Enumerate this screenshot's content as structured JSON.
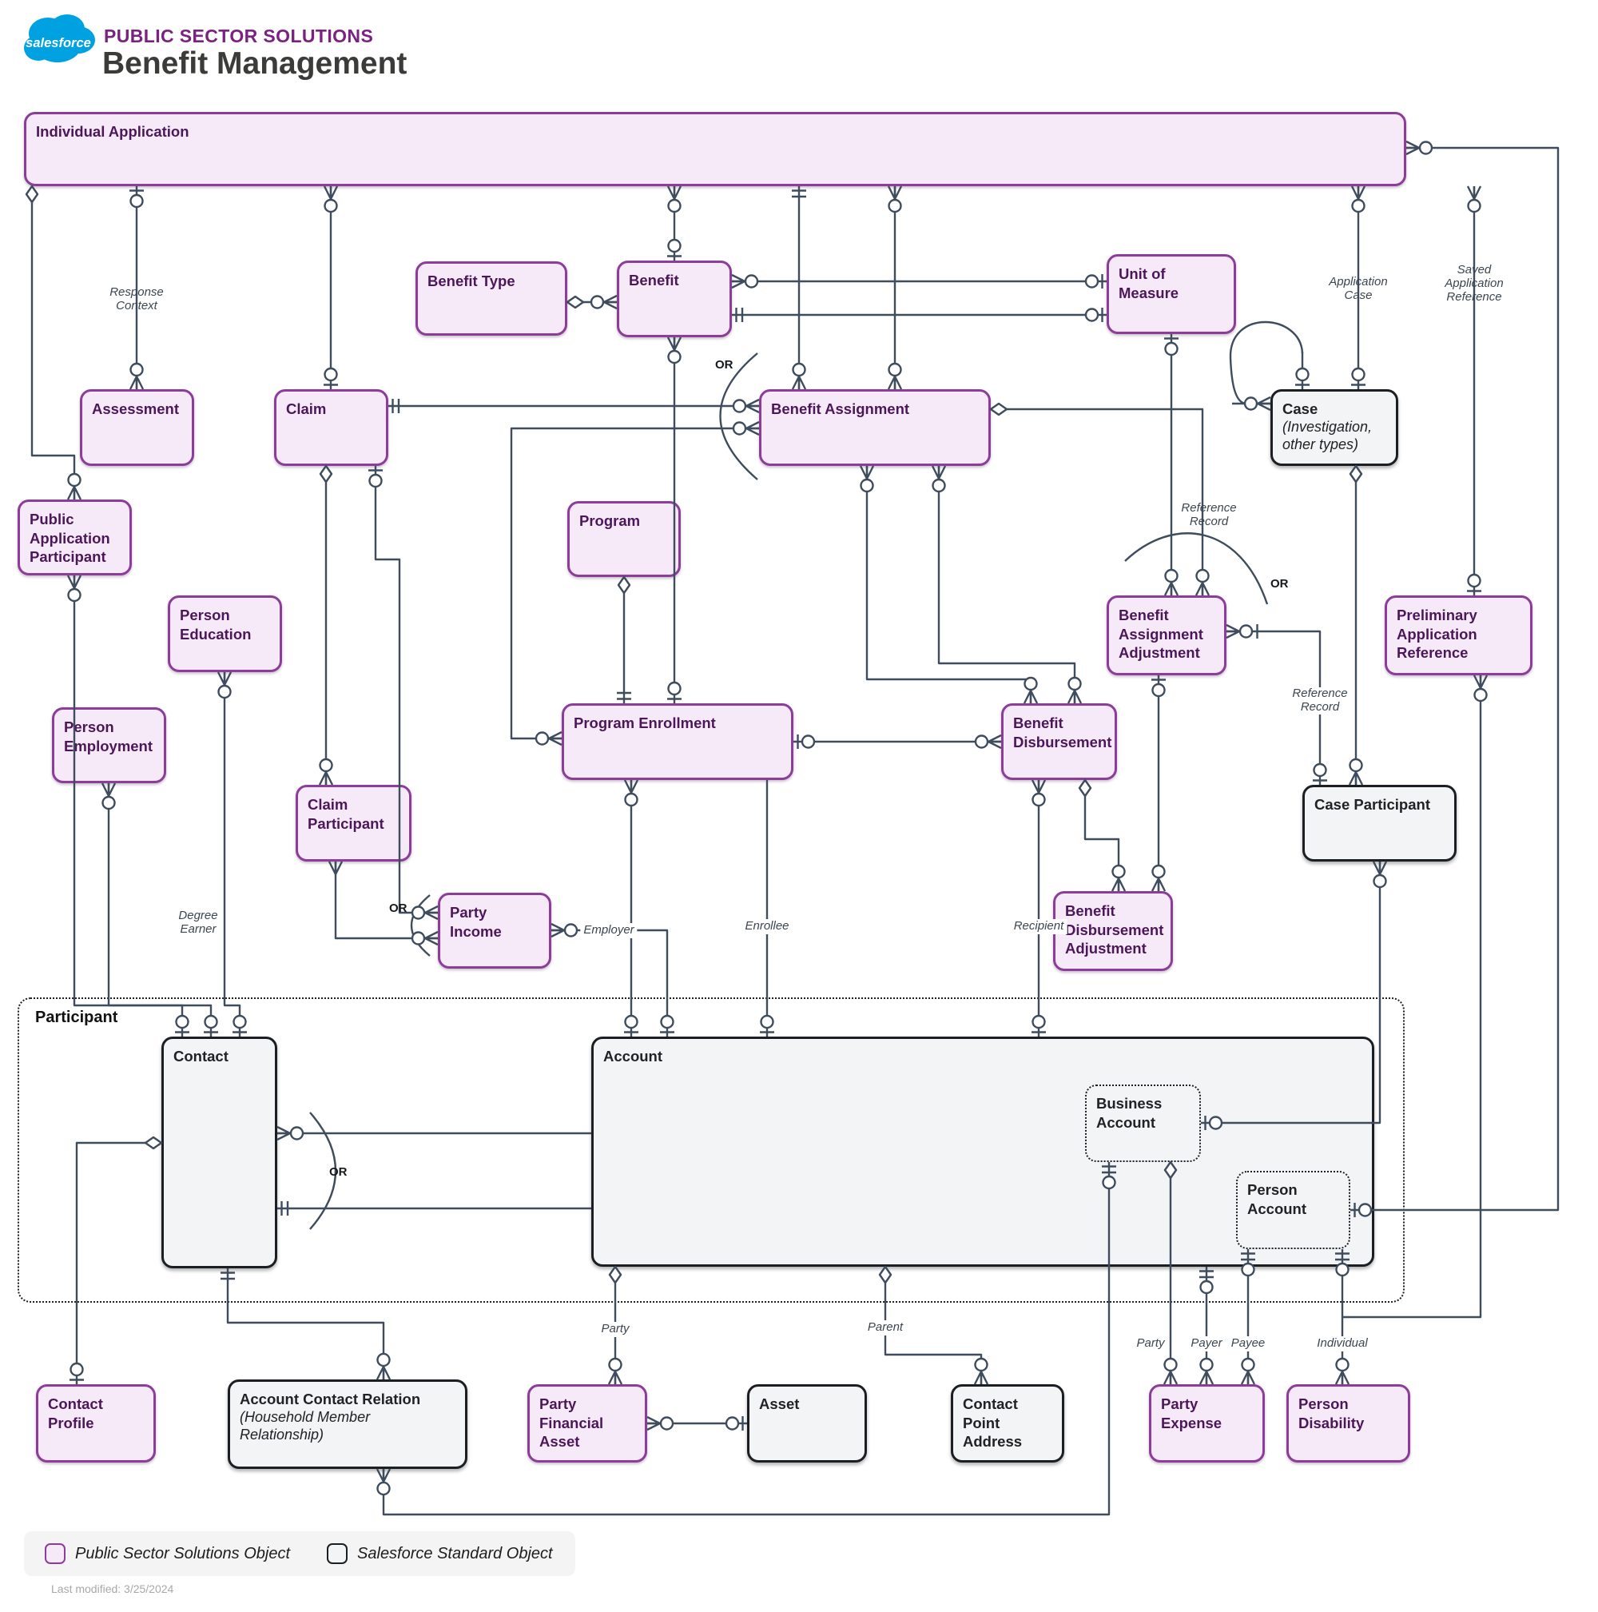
{
  "header": {
    "brand": "salesforce",
    "suite": "PUBLIC SECTOR SOLUTIONS",
    "title": "Benefit Management"
  },
  "entities": {
    "individual_application": {
      "label": "Individual Application",
      "kind": "pss"
    },
    "benefit_type": {
      "label": "Benefit Type",
      "kind": "pss"
    },
    "benefit": {
      "label": "Benefit",
      "kind": "pss"
    },
    "unit_of_measure": {
      "label": "Unit of Measure",
      "kind": "pss"
    },
    "assessment": {
      "label": "Assessment",
      "kind": "pss"
    },
    "claim": {
      "label": "Claim",
      "kind": "pss"
    },
    "benefit_assignment": {
      "label": "Benefit Assignment",
      "kind": "pss"
    },
    "case": {
      "label": "Case",
      "sublabel": "(Investigation, other types)",
      "kind": "standard"
    },
    "public_application_participant": {
      "label": "Public Application Participant",
      "kind": "pss"
    },
    "program": {
      "label": "Program",
      "kind": "pss"
    },
    "person_education": {
      "label": "Person Education",
      "kind": "pss"
    },
    "benefit_assignment_adjustment": {
      "label": "Benefit Assignment Adjustment",
      "kind": "pss"
    },
    "preliminary_application_reference": {
      "label": "Preliminary Application Reference",
      "kind": "pss"
    },
    "person_employment": {
      "label": "Person Employment",
      "kind": "pss"
    },
    "program_enrollment": {
      "label": "Program Enrollment",
      "kind": "pss"
    },
    "benefit_disbursement": {
      "label": "Benefit Disbursement",
      "kind": "pss"
    },
    "case_participant": {
      "label": "Case Participant",
      "kind": "standard"
    },
    "claim_participant": {
      "label": "Claim Participant",
      "kind": "pss"
    },
    "party_income": {
      "label": "Party Income",
      "kind": "pss"
    },
    "benefit_disbursement_adjustment": {
      "label": "Benefit Disbursement Adjustment",
      "kind": "pss"
    },
    "contact": {
      "label": "Contact",
      "kind": "standard"
    },
    "account": {
      "label": "Account",
      "kind": "standard"
    },
    "business_account": {
      "label": "Business Account",
      "kind": "standard-dotted"
    },
    "person_account": {
      "label": "Person Account",
      "kind": "standard-dotted"
    },
    "contact_profile": {
      "label": "Contact Profile",
      "kind": "pss"
    },
    "account_contact_relation": {
      "label": "Account Contact Relation",
      "sublabel": "(Household Member Relationship)",
      "kind": "standard"
    },
    "party_financial_asset": {
      "label": "Party Financial Asset",
      "kind": "pss"
    },
    "asset": {
      "label": "Asset",
      "kind": "standard"
    },
    "contact_point_address": {
      "label": "Contact Point Address",
      "kind": "standard"
    },
    "party_expense": {
      "label": "Party Expense",
      "kind": "pss"
    },
    "person_disability": {
      "label": "Person Disability",
      "kind": "pss"
    }
  },
  "containers": {
    "participant": {
      "label": "Participant"
    }
  },
  "labels": {
    "response_context": "Response Context",
    "application_case": "Application Case",
    "saved_application_reference": "Saved Application Reference",
    "reference_record": "Reference Record",
    "degree_earner": "Degree Earner",
    "employer": "Employer",
    "enrollee": "Enrollee",
    "recipient": "Recipient",
    "party": "Party",
    "parent": "Parent",
    "payer": "Payer",
    "payee": "Payee",
    "individual": "Individual",
    "or": "OR",
    "participant": "Participant"
  },
  "legend": {
    "pss": "Public Sector Solutions Object",
    "standard": "Salesforce Standard Object"
  },
  "footer": {
    "last_modified": "Last modified: 3/25/2024"
  }
}
